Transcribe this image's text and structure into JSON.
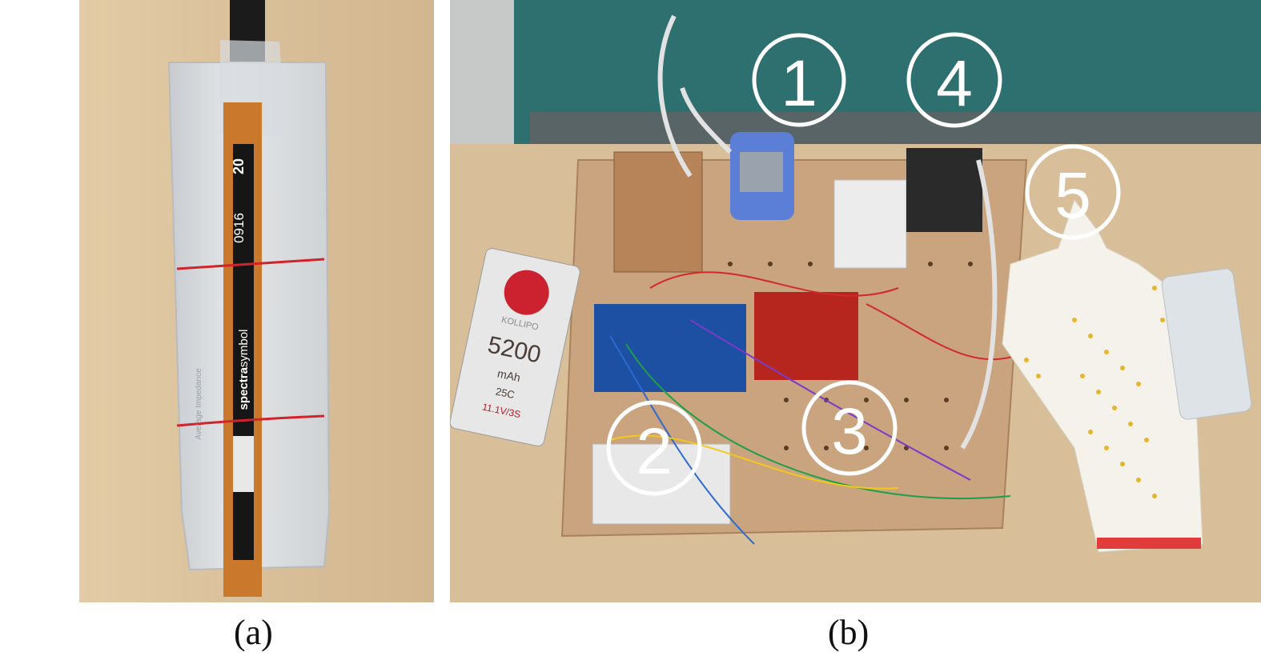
{
  "figure": {
    "panel_a": {
      "caption": "(a)",
      "sensor_text": {
        "number": "20",
        "code": "0916",
        "brand_prefix": "spectra",
        "brand_suffix": "symbol",
        "side_text": "Average Impedance"
      }
    },
    "panel_b": {
      "caption": "(b)",
      "markers": [
        "①",
        "②",
        "③",
        "④",
        "⑤"
      ],
      "battery": {
        "capacity": "5200",
        "unit": "mAh",
        "rating": "25C",
        "voltage": "11.1V/3S",
        "brand": "KOLLIPO"
      }
    }
  },
  "colors": {
    "background": "#ffffff",
    "wood_desk": "#d8bf9a",
    "pegboard": "#c9a47e",
    "wall": "#2e6f70",
    "sensor_strip": "#c9782c",
    "marker": "#ffffff"
  }
}
